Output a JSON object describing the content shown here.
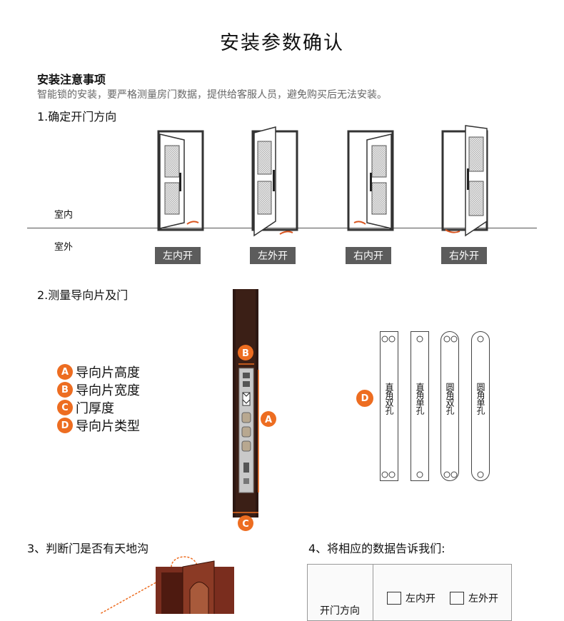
{
  "title": "安装参数确认",
  "notice": {
    "heading": "安装注意事项",
    "text": "智能锁的安装，要严格测量房门数据，提供给客服人员，避免购买后无法安装。"
  },
  "section1": {
    "heading": "1.确定开门方向",
    "indoor": "室内",
    "outdoor": "室外",
    "doors": [
      {
        "label": "左内开"
      },
      {
        "label": "左外开"
      },
      {
        "label": "右内开"
      },
      {
        "label": "右外开"
      }
    ]
  },
  "section2": {
    "heading": "2.测量导向片及门",
    "legend": [
      {
        "badge": "A",
        "text": "导向片高度"
      },
      {
        "badge": "B",
        "text": "导向片宽度"
      },
      {
        "badge": "C",
        "text": "门厚度"
      },
      {
        "badge": "D",
        "text": "导向片类型"
      }
    ],
    "markers": {
      "a": "A",
      "b": "B",
      "c": "C",
      "d": "D"
    },
    "strips": [
      {
        "text": "直角双孔"
      },
      {
        "text": "直角单孔"
      },
      {
        "text": "圆角双孔"
      },
      {
        "text": "圆角单孔"
      }
    ]
  },
  "section3": {
    "heading": "3、判断门是否有天地沟"
  },
  "section4": {
    "heading": "4、将相应的数据告诉我们:",
    "row_label": "开门方向",
    "options": [
      "左内开",
      "左外开"
    ]
  },
  "colors": {
    "accent": "#ed6d21",
    "label_bg": "#5c5c5c",
    "door_frame": "#333333"
  }
}
